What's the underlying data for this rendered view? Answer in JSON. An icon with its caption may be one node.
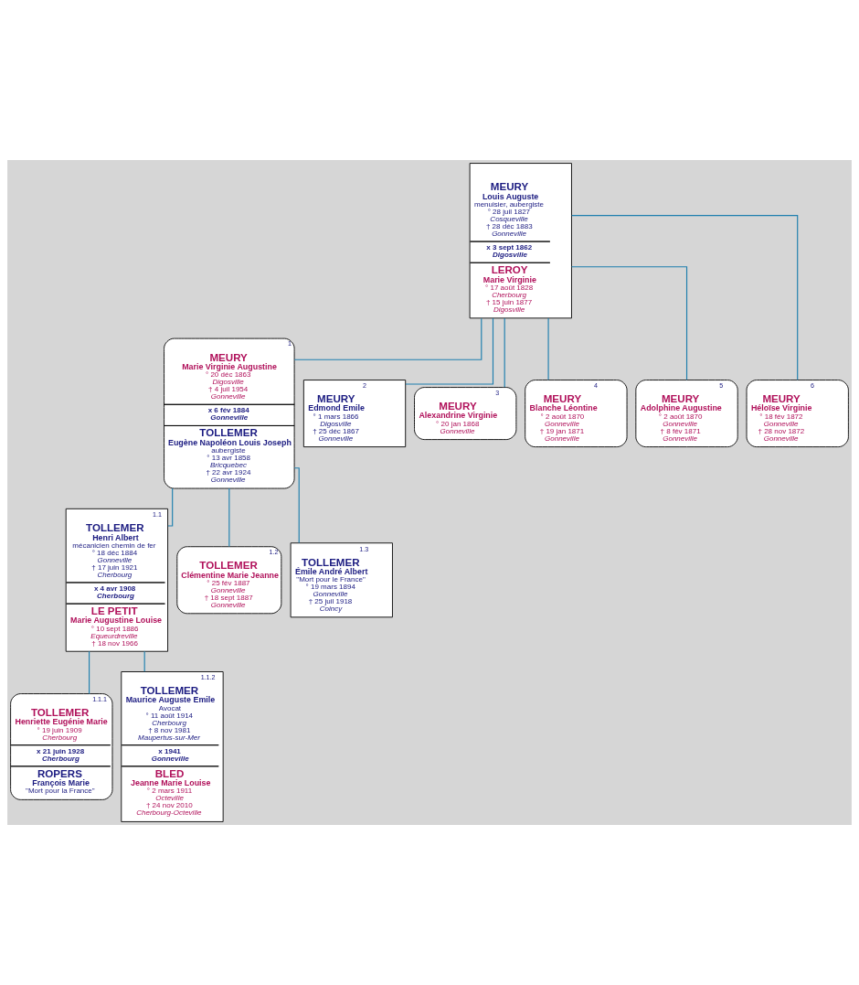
{
  "diagram": {
    "nodes": [
      {
        "text": [
          "MEURY",
          "Louis Auguste",
          "menuisier, aubergiste",
          "° 28 juil 1827",
          "Cosqueville",
          "† 28 déc 1883",
          "Gonneville",
          "x 3 sept 1862",
          "Digosville",
          "LEROY",
          "Marie Virginie",
          "° 17 août 1828",
          "Cherbourg",
          "† 15 juin 1877",
          "Digosville"
        ]
      },
      {
        "text": [
          "1",
          "MEURY",
          "Marie Virginie Augustine",
          "° 20 déc 1863",
          "Digosville",
          "† 4 juil 1954",
          "Gonneville",
          "x 6 fév 1884",
          "Gonneville",
          "TOLLEMER",
          "Eugène Napoléon Louis Joseph",
          "aubergiste",
          "° 13 avr 1858",
          "Bricquebec",
          "† 22 avr 1924",
          "Gonneville"
        ]
      },
      {
        "text": [
          "2",
          "MEURY",
          "Edmond Emile",
          "° 1 mars 1866",
          "Digosville",
          "† 25 déc 1867",
          "Gonneville"
        ]
      },
      {
        "text": [
          "3",
          "MEURY",
          "Alexandrine Virginie",
          "° 20 jan 1868",
          "Gonneville"
        ]
      },
      {
        "text": [
          "4",
          "MEURY",
          "Blanche Léontine",
          "° 2 août 1870",
          "Gonneville",
          "† 19 jan 1871",
          "Gonneville"
        ]
      },
      {
        "text": [
          "5",
          "MEURY",
          "Adolphine Augustine",
          "° 2 août 1870",
          "Gonneville",
          "† 8 fév 1871",
          "Gonneville"
        ]
      },
      {
        "text": [
          "6",
          "MEURY",
          "Héloïse Virginie",
          "° 18 fév 1872",
          "Gonneville",
          "† 28 nov 1872",
          "Gonneville"
        ]
      },
      {
        "text": [
          "1.1",
          "TOLLEMER",
          "Henri Albert",
          "mécanicien chemin de fer",
          "° 18 déc 1884",
          "Gonneville",
          "† 17 juin 1921",
          "Cherbourg",
          "x 4 avr 1908",
          "Cherbourg",
          "LE PETIT",
          "Marie Augustine Louise",
          "° 10 sept 1886",
          "Equeurdreville",
          "† 18 nov 1966"
        ]
      },
      {
        "text": [
          "1.2",
          "TOLLEMER",
          "Clémentine Marie Jeanne",
          "° 25 fév 1887",
          "Gonneville",
          "† 18 sept 1887",
          "Gonneville"
        ]
      },
      {
        "text": [
          "1.3",
          "TOLLEMER",
          "Émile André Albert",
          "\"Mort pour le France\"",
          "° 19 mars 1894",
          "Gonneville",
          "† 25 juil 1918",
          "Coincy"
        ]
      },
      {
        "text": [
          "1.1.1",
          "TOLLEMER",
          "Henriette Eugénie Marie",
          "° 19 juin 1909",
          "Cherbourg",
          "x 21 juin 1928",
          "Cherbourg",
          "ROPERS",
          "François Marie",
          "\"Mort pour la France\""
        ]
      },
      {
        "text": [
          "1.1.2",
          "TOLLEMER",
          "Maurice Auguste Emile",
          "Avocat",
          "° 11 août 1914",
          "Cherbourg",
          "† 8 nov 1981",
          "Maupertus-sur-Mer",
          "x 1941",
          "Gonneville",
          "BLED",
          "Jeanne Marie Louise",
          "° 2 mars 1911",
          "Octeville",
          "† 24 nov 2010",
          "Cherbourg-Octeville"
        ]
      }
    ],
    "edges": [
      {
        "from": 0,
        "to": 1,
        "arrow": "none"
      },
      {
        "from": 0,
        "to": 2,
        "arrow": "none"
      },
      {
        "from": 0,
        "to": 3,
        "arrow": "none"
      },
      {
        "from": 0,
        "to": 4,
        "arrow": "none"
      },
      {
        "from": 0,
        "to": 5,
        "arrow": "none"
      },
      {
        "from": 0,
        "to": 6,
        "arrow": "none"
      },
      {
        "from": 1,
        "to": 7,
        "arrow": "none"
      },
      {
        "from": 1,
        "to": 8,
        "arrow": "none"
      },
      {
        "from": 1,
        "to": 9,
        "arrow": "none"
      },
      {
        "from": 7,
        "to": 10,
        "arrow": "none"
      },
      {
        "from": 7,
        "to": 11,
        "arrow": "none"
      }
    ]
  }
}
